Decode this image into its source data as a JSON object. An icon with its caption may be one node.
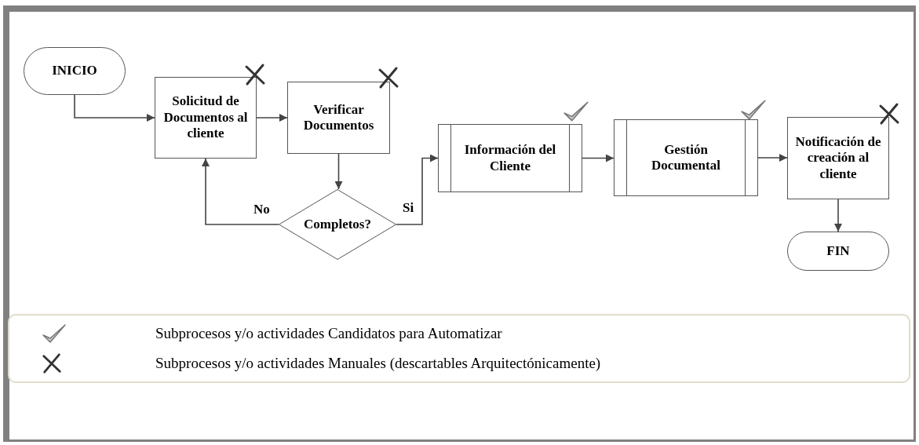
{
  "diagram": {
    "nodes": [
      {
        "text": [
          "INICIO"
        ]
      },
      {
        "text": [
          "Solicitud de Documentos al cliente"
        ]
      },
      {
        "text": [
          "Verificar Documentos"
        ]
      },
      {
        "text": [
          "Completos?"
        ]
      },
      {
        "text": [
          "Información del Cliente"
        ]
      },
      {
        "text": [
          "Gestión Documental"
        ]
      },
      {
        "text": [
          "Notificación de creación al cliente"
        ]
      },
      {
        "text": [
          "FIN"
        ]
      }
    ],
    "edges": [
      {
        "from": 0,
        "to": 1,
        "arrow": "to"
      },
      {
        "from": 1,
        "to": 2,
        "arrow": "to"
      },
      {
        "from": 2,
        "to": 3,
        "arrow": "to"
      },
      {
        "from": 3,
        "to": 1,
        "arrow": "to",
        "label": "No"
      },
      {
        "from": 3,
        "to": 4,
        "arrow": "to",
        "label": "Si"
      },
      {
        "from": 4,
        "to": 5,
        "arrow": "to"
      },
      {
        "from": 5,
        "to": 6,
        "arrow": "to"
      },
      {
        "from": 6,
        "to": 7,
        "arrow": "to"
      }
    ],
    "legend": [
      {
        "text": "Subprocesos y/o actividades Candidatos para Automatizar"
      },
      {
        "text": "Subprocesos y/o actividades Manuales (descartables Arquitectónicamente)"
      }
    ]
  }
}
